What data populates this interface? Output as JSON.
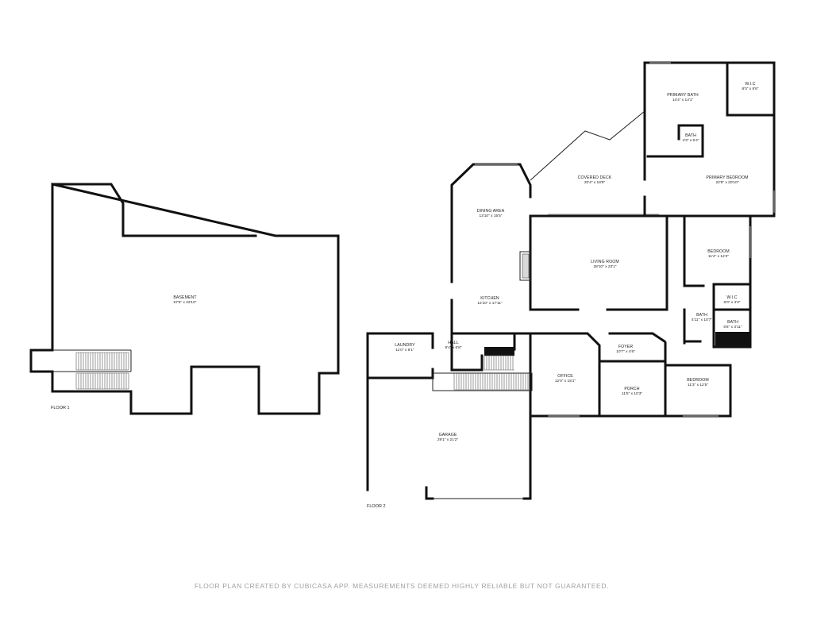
{
  "floors": {
    "floor1": {
      "label": "FLOOR 1"
    },
    "floor2": {
      "label": "FLOOR 2"
    }
  },
  "rooms": {
    "basement": {
      "name": "BASEMENT",
      "dims": "57'5\" x 33'10\""
    },
    "laundry": {
      "name": "LAUNDRY",
      "dims": "11'0\" x 8'1\""
    },
    "hall": {
      "name": "HALL",
      "dims": "9'4\" x 6'8\""
    },
    "dining_area": {
      "name": "DINING AREA",
      "dims": "13'10\" x 15'5\""
    },
    "kitchen": {
      "name": "KITCHEN",
      "dims": "12'10\" x 17'11\""
    },
    "covered_deck": {
      "name": "COVERED DECK",
      "dims": "20'4\" x 18'9\""
    },
    "living_room": {
      "name": "LIVING ROOM",
      "dims": "28'10\" x 23'1\""
    },
    "primary_bath": {
      "name": "PRIMARY BATH",
      "dims": "14'4\" x 14'1\""
    },
    "wic_primary": {
      "name": "W.I.C",
      "dims": "8'0\" x 8'6\""
    },
    "bath_primary": {
      "name": "BATH",
      "dims": "4'3\" x 5'4\""
    },
    "primary_bedroom": {
      "name": "PRIMARY BEDROOM",
      "dims": "22'8\" x 20'10\""
    },
    "bedroom_upper": {
      "name": "BEDROOM",
      "dims": "11'4\" x 12'2\""
    },
    "wic_upper": {
      "name": "W.I.C",
      "dims": "6'0\" x 4'3\""
    },
    "bath_mid": {
      "name": "BATH",
      "dims": "4'11\" x 10'7\""
    },
    "bath_small": {
      "name": "BATH",
      "dims": "6'6\" x 3'11\""
    },
    "foyer": {
      "name": "FOYER",
      "dims": "10'7\" x 4'6\""
    },
    "office": {
      "name": "OFFICE",
      "dims": "12'0\" x 15'1\""
    },
    "porch": {
      "name": "PORCH",
      "dims": "11'5\" x 10'3\""
    },
    "bedroom_lower": {
      "name": "BEDROOM",
      "dims": "11'3\" x 12'5\""
    },
    "garage": {
      "name": "GARAGE",
      "dims": "29'1\" x 21'2\""
    }
  },
  "footer": {
    "disclaimer": "FLOOR PLAN CREATED BY CUBICASA APP. MEASUREMENTS DEEMED HIGHLY RELIABLE BUT NOT GUARANTEED."
  },
  "colors": {
    "wall": "#111111",
    "text": "#222222",
    "footer": "#a0a0a0"
  }
}
